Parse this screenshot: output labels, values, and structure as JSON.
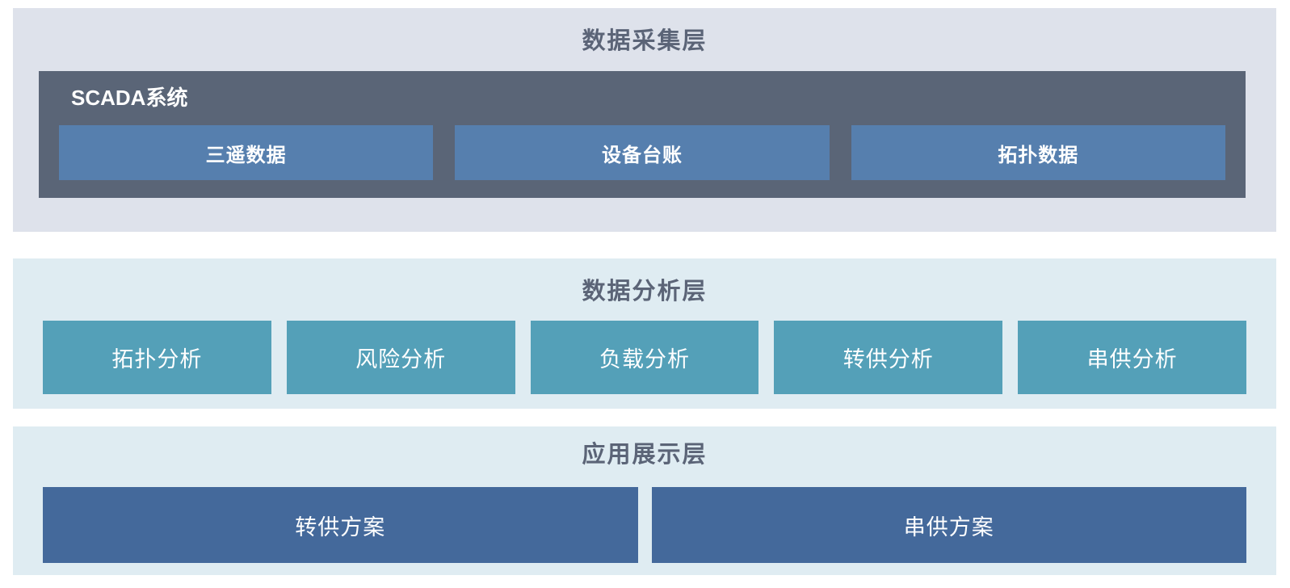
{
  "colors": {
    "page_bg": "#ffffff",
    "layer1_bg": "#dee2eb",
    "layer2_bg": "#dfecf2",
    "layer3_bg": "#dfecf2",
    "layer_title_text": "#5b6477",
    "scada_group_bg": "#5a6577",
    "collection_box_bg": "#567fae",
    "analysis_box_bg": "#54a0b8",
    "app_box_bg": "#44699b",
    "box_text": "#ffffff"
  },
  "layers": [
    {
      "title": "数据采集层",
      "group": {
        "label": "SCADA系统",
        "items": [
          {
            "label": "三遥数据"
          },
          {
            "label": "设备台账"
          },
          {
            "label": "拓扑数据"
          }
        ]
      }
    },
    {
      "title": "数据分析层",
      "items": [
        {
          "label": "拓扑分析"
        },
        {
          "label": "风险分析"
        },
        {
          "label": "负载分析"
        },
        {
          "label": "转供分析"
        },
        {
          "label": "串供分析"
        }
      ]
    },
    {
      "title": "应用展示层",
      "items": [
        {
          "label": "转供方案"
        },
        {
          "label": "串供方案"
        }
      ]
    }
  ]
}
